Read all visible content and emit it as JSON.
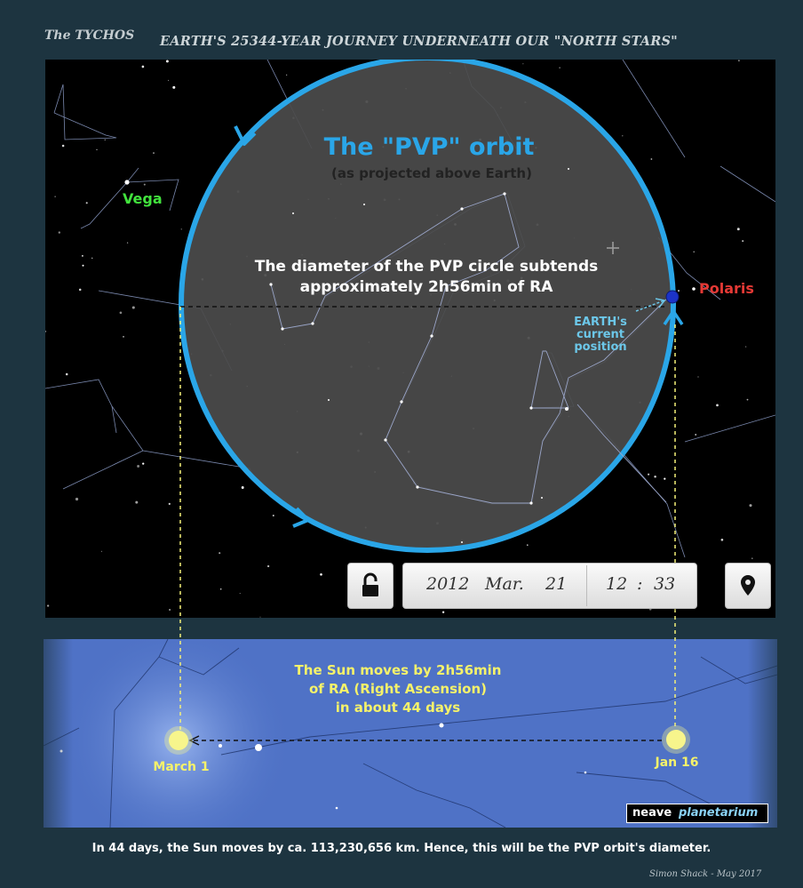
{
  "header": {
    "brand": "The TYCHOS",
    "title": "EARTH'S 25344-YEAR JOURNEY UNDERNEATH OUR \"NORTH STARS\""
  },
  "sky": {
    "orbit_title": "The \"PVP\" orbit",
    "orbit_subtitle": "(as projected above Earth)",
    "diameter_line1": "The diameter of the PVP circle subtends",
    "diameter_line2": "approximately 2h56min of RA",
    "vega_label": "Vega",
    "polaris_label": "Polaris",
    "earth_line1": "EARTH's",
    "earth_line2": "current",
    "earth_line3": "position"
  },
  "controls": {
    "year": "2012",
    "month": "Mar.",
    "day": "21",
    "hour": "12",
    "time_sep": ":",
    "minute": "33",
    "lock_icon": "lock-open-icon",
    "location_icon": "map-pin-icon"
  },
  "band": {
    "sun_line1": "The Sun moves by 2h56min",
    "sun_line2": "of RA (Right Ascension)",
    "sun_line3": "in about 44 days",
    "march_label": "March 1",
    "jan_label": "Jan 16"
  },
  "logo": {
    "word1": "neave",
    "word2": "planetarium"
  },
  "footer": {
    "text": "In 44 days, the Sun moves by ca. 113,230,656 km. Hence, this will be the PVP orbit's diameter.",
    "credit": "Simon Shack - May 2017"
  },
  "colors": {
    "orbit": "#2aa6e8",
    "vega": "#42e33d",
    "polaris": "#e53935",
    "earth_text": "#6cc7e9",
    "sun": "#f7f58c",
    "sun_text": "#f5f26a",
    "dashed_yellow": "#f4f078",
    "background": "#1d3440"
  }
}
